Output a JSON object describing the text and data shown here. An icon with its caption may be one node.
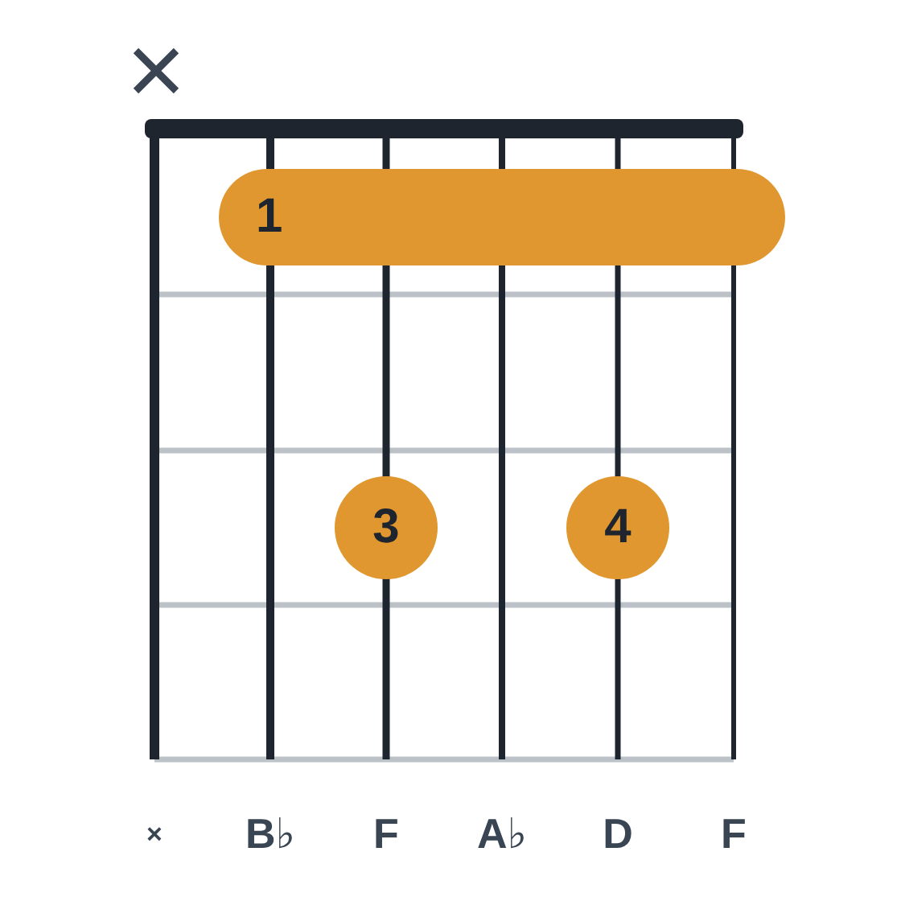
{
  "diagram": {
    "nodes": [
      {
        "text": [
          "1"
        ]
      },
      {
        "text": [
          "3"
        ]
      },
      {
        "text": [
          "4"
        ]
      }
    ],
    "labels": [
      "×",
      "B♭",
      "F",
      "A♭",
      "D",
      "F"
    ]
  }
}
